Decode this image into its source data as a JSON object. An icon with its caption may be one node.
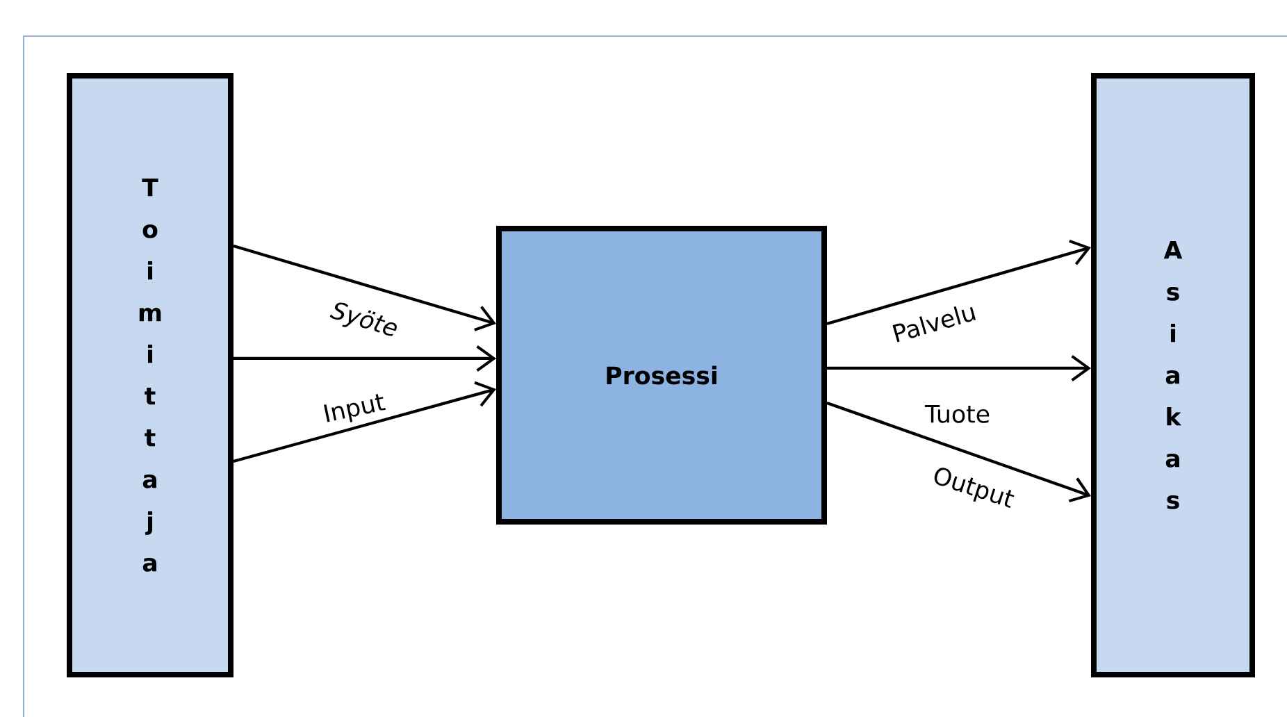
{
  "diagram": {
    "nodes": [
      {
        "text": [
          "Toimittaja"
        ]
      },
      {
        "text": [
          "Prosessi"
        ]
      },
      {
        "text": [
          "Asiakas"
        ]
      }
    ],
    "edges": [
      {
        "from": 0,
        "to": 1,
        "arrow": "to",
        "label": "Syöte"
      },
      {
        "from": 0,
        "to": 1,
        "arrow": "to"
      },
      {
        "from": 0,
        "to": 1,
        "arrow": "to",
        "label": "Input"
      },
      {
        "from": 1,
        "to": 2,
        "arrow": "to",
        "label": "Palvelu"
      },
      {
        "from": 1,
        "to": 2,
        "arrow": "to",
        "label": "Tuote"
      },
      {
        "from": 1,
        "to": 2,
        "arrow": "to",
        "label": "Output"
      }
    ]
  }
}
